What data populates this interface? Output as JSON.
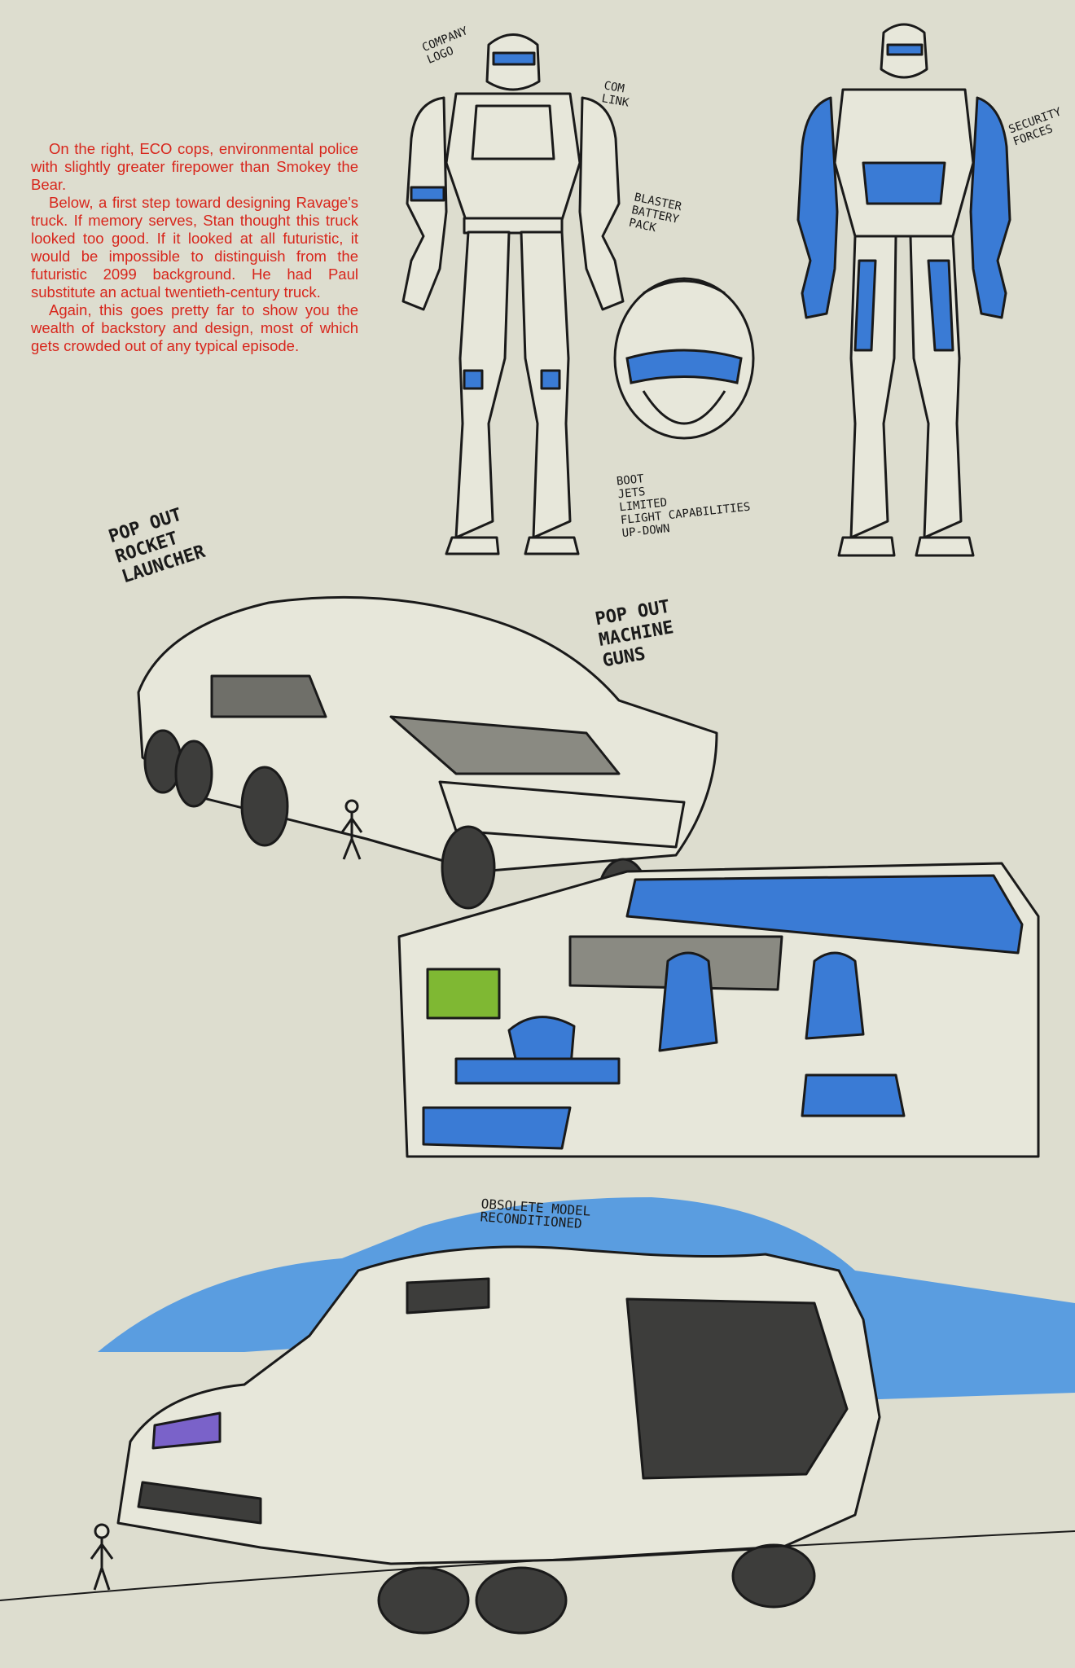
{
  "caption": {
    "paragraphs": [
      "On the right, ECO cops, environmental police with slightly greater firepower than Smokey the Bear.",
      "Below, a first step toward designing Ravage's truck. If memory serves, Stan thought this truck looked too good. If it looked at all futuristic, it would be impossible to distinguish from the futuristic 2099 background. He had Paul substitute an actual twentieth-century truck.",
      "Again, this goes pretty far to show you the wealth of backstory and design, most of which gets crowded out of any typical episode."
    ]
  },
  "annotations": {
    "company_logo": "Company\nlogo",
    "com_link": "Com\nLink",
    "blaster_pack": "Blaster\nBattery\nPack",
    "security_forces": "Security\nForces",
    "boot_jets": "Boot\nJets\nLimited\nFlight Capabilities\nUp-Down",
    "rocket_launcher": "Pop out\nRocket\nLauncher",
    "machine_guns": "Pop out\nMachine\nGuns",
    "obsolete_model": "Obsolete model\nReconditioned"
  },
  "colors": {
    "paper": "#ddddcf",
    "caption_red": "#d8261c",
    "accent_blue": "#3a7bd5",
    "screen_green": "#7fb833",
    "ink": "#1a1a1a"
  }
}
